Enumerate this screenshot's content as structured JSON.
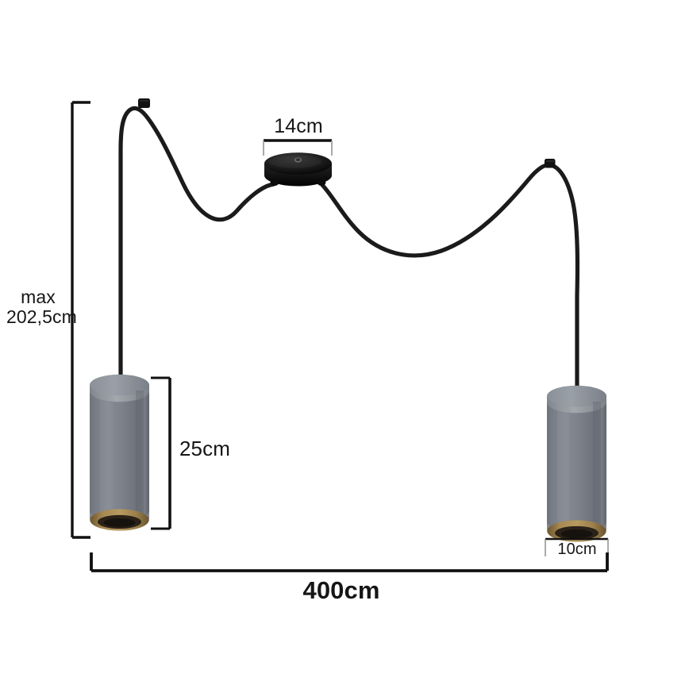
{
  "product": {
    "type": "2-light pendant lamp with spider cable suspension",
    "shade_color_hex": "#7b8089",
    "shade_interior_hex": "#9a7d4a",
    "cable_color_hex": "#1b1b1b",
    "canopy_color_hex": "#151515",
    "background_hex": "#ffffff"
  },
  "dimensions": {
    "max_drop": "max\n202,5cm",
    "canopy_diameter": "14cm",
    "shade_height": "25cm",
    "shade_diameter": "10cm",
    "total_span": "400cm"
  },
  "parts": {
    "canopy": "ceiling-rose",
    "left_shade": "left-lamp-shade",
    "right_shade": "right-lamp-shade",
    "left_cable": "left-suspension-cable",
    "right_cable": "right-suspension-cable",
    "left_clip": "left-cable-clip",
    "right_clip": "right-cable-clip"
  }
}
